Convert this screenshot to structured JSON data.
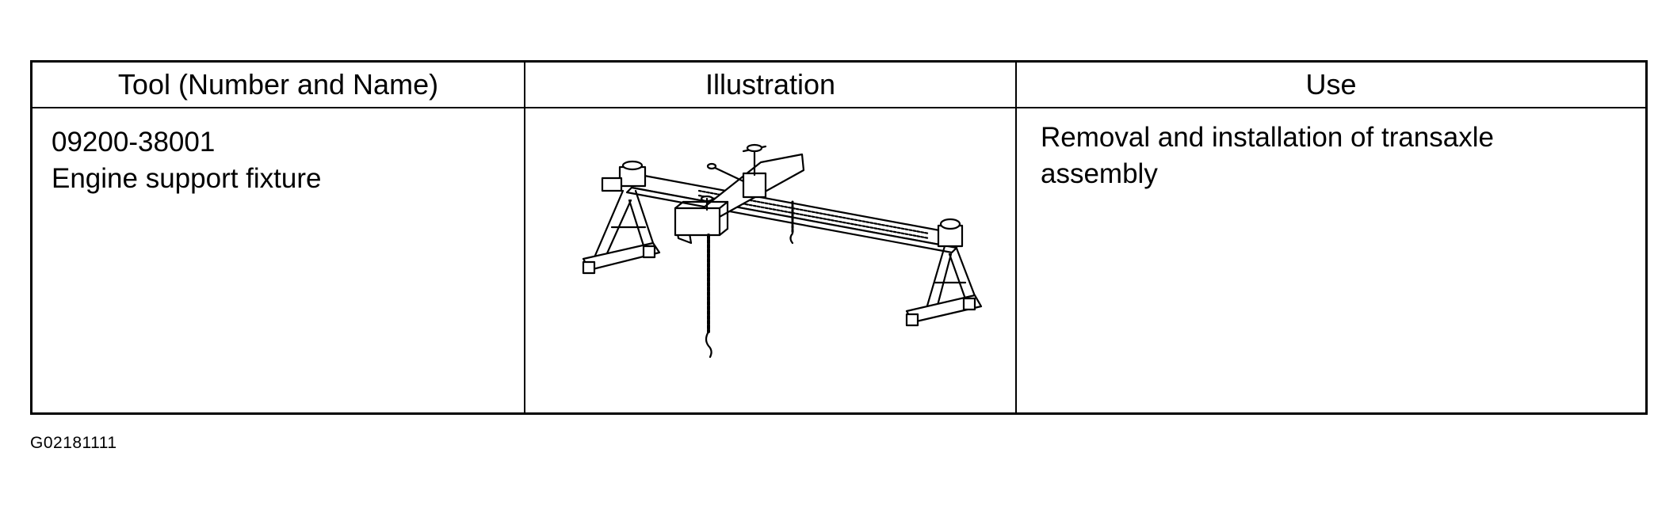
{
  "table": {
    "headers": [
      "Tool (Number and Name)",
      "Illustration",
      "Use"
    ],
    "rows": [
      {
        "tool_number": "09200-38001",
        "tool_name": "Engine support fixture",
        "illustration_icon": "engine-support-fixture-icon",
        "use_lines": [
          "Removal and installation of transaxle",
          "assembly"
        ]
      }
    ]
  },
  "figure_id": "G02181111"
}
